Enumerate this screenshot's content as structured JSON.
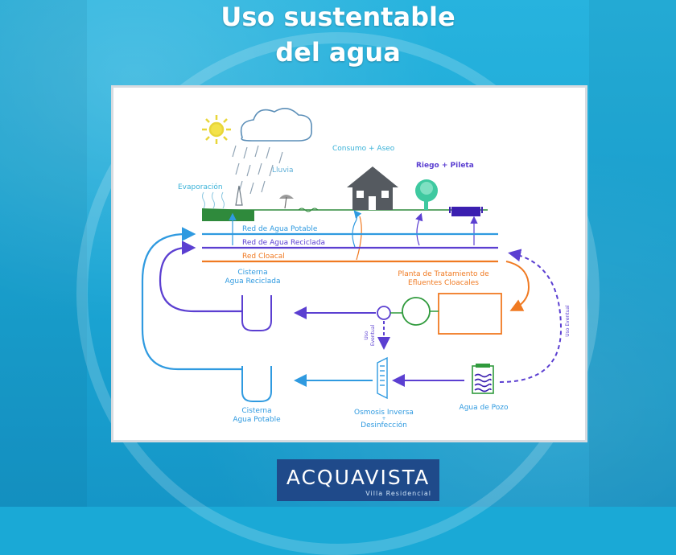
{
  "title": {
    "line1": "Uso sustentable",
    "line2": "del agua"
  },
  "diagram": {
    "labels": {
      "lluvia": "Lluvia",
      "evaporacion": "Evaporación",
      "consumo": "Consumo + Aseo",
      "riego": "Riego + Pileta",
      "red_potable": "Red de Agua Potable",
      "red_reciclada": "Red de Agua Reciclada",
      "red_cloacal": "Red Cloacal",
      "cisterna_reciclada_1": "Cisterna",
      "cisterna_reciclada_2": "Agua Reciclada",
      "planta_1": "Planta de Tratamiento de",
      "planta_2": "Efluentes Cloacales",
      "uso_eventual_1": "Uso",
      "uso_eventual_2": "Eventual",
      "uso_eventual_right": "Uso Eventual",
      "cisterna_potable_1": "Cisterna",
      "cisterna_potable_2": "Agua Potable",
      "osmosis_1": "Osmosis Inversa",
      "osmosis_plus": "+",
      "osmosis_2": "Desinfección",
      "agua_pozo": "Agua de Pozo"
    },
    "colors": {
      "potable": "#2f9ae0",
      "reciclada": "#5b3fd1",
      "cloacal": "#f07a22",
      "ground": "#2f8a3c",
      "sun": "#e8d63a",
      "house": "#555a60",
      "tree": "#3ec9a0"
    }
  },
  "logo": {
    "name": "ACQUAVISTA",
    "subtitle": "Villa Residencial"
  }
}
